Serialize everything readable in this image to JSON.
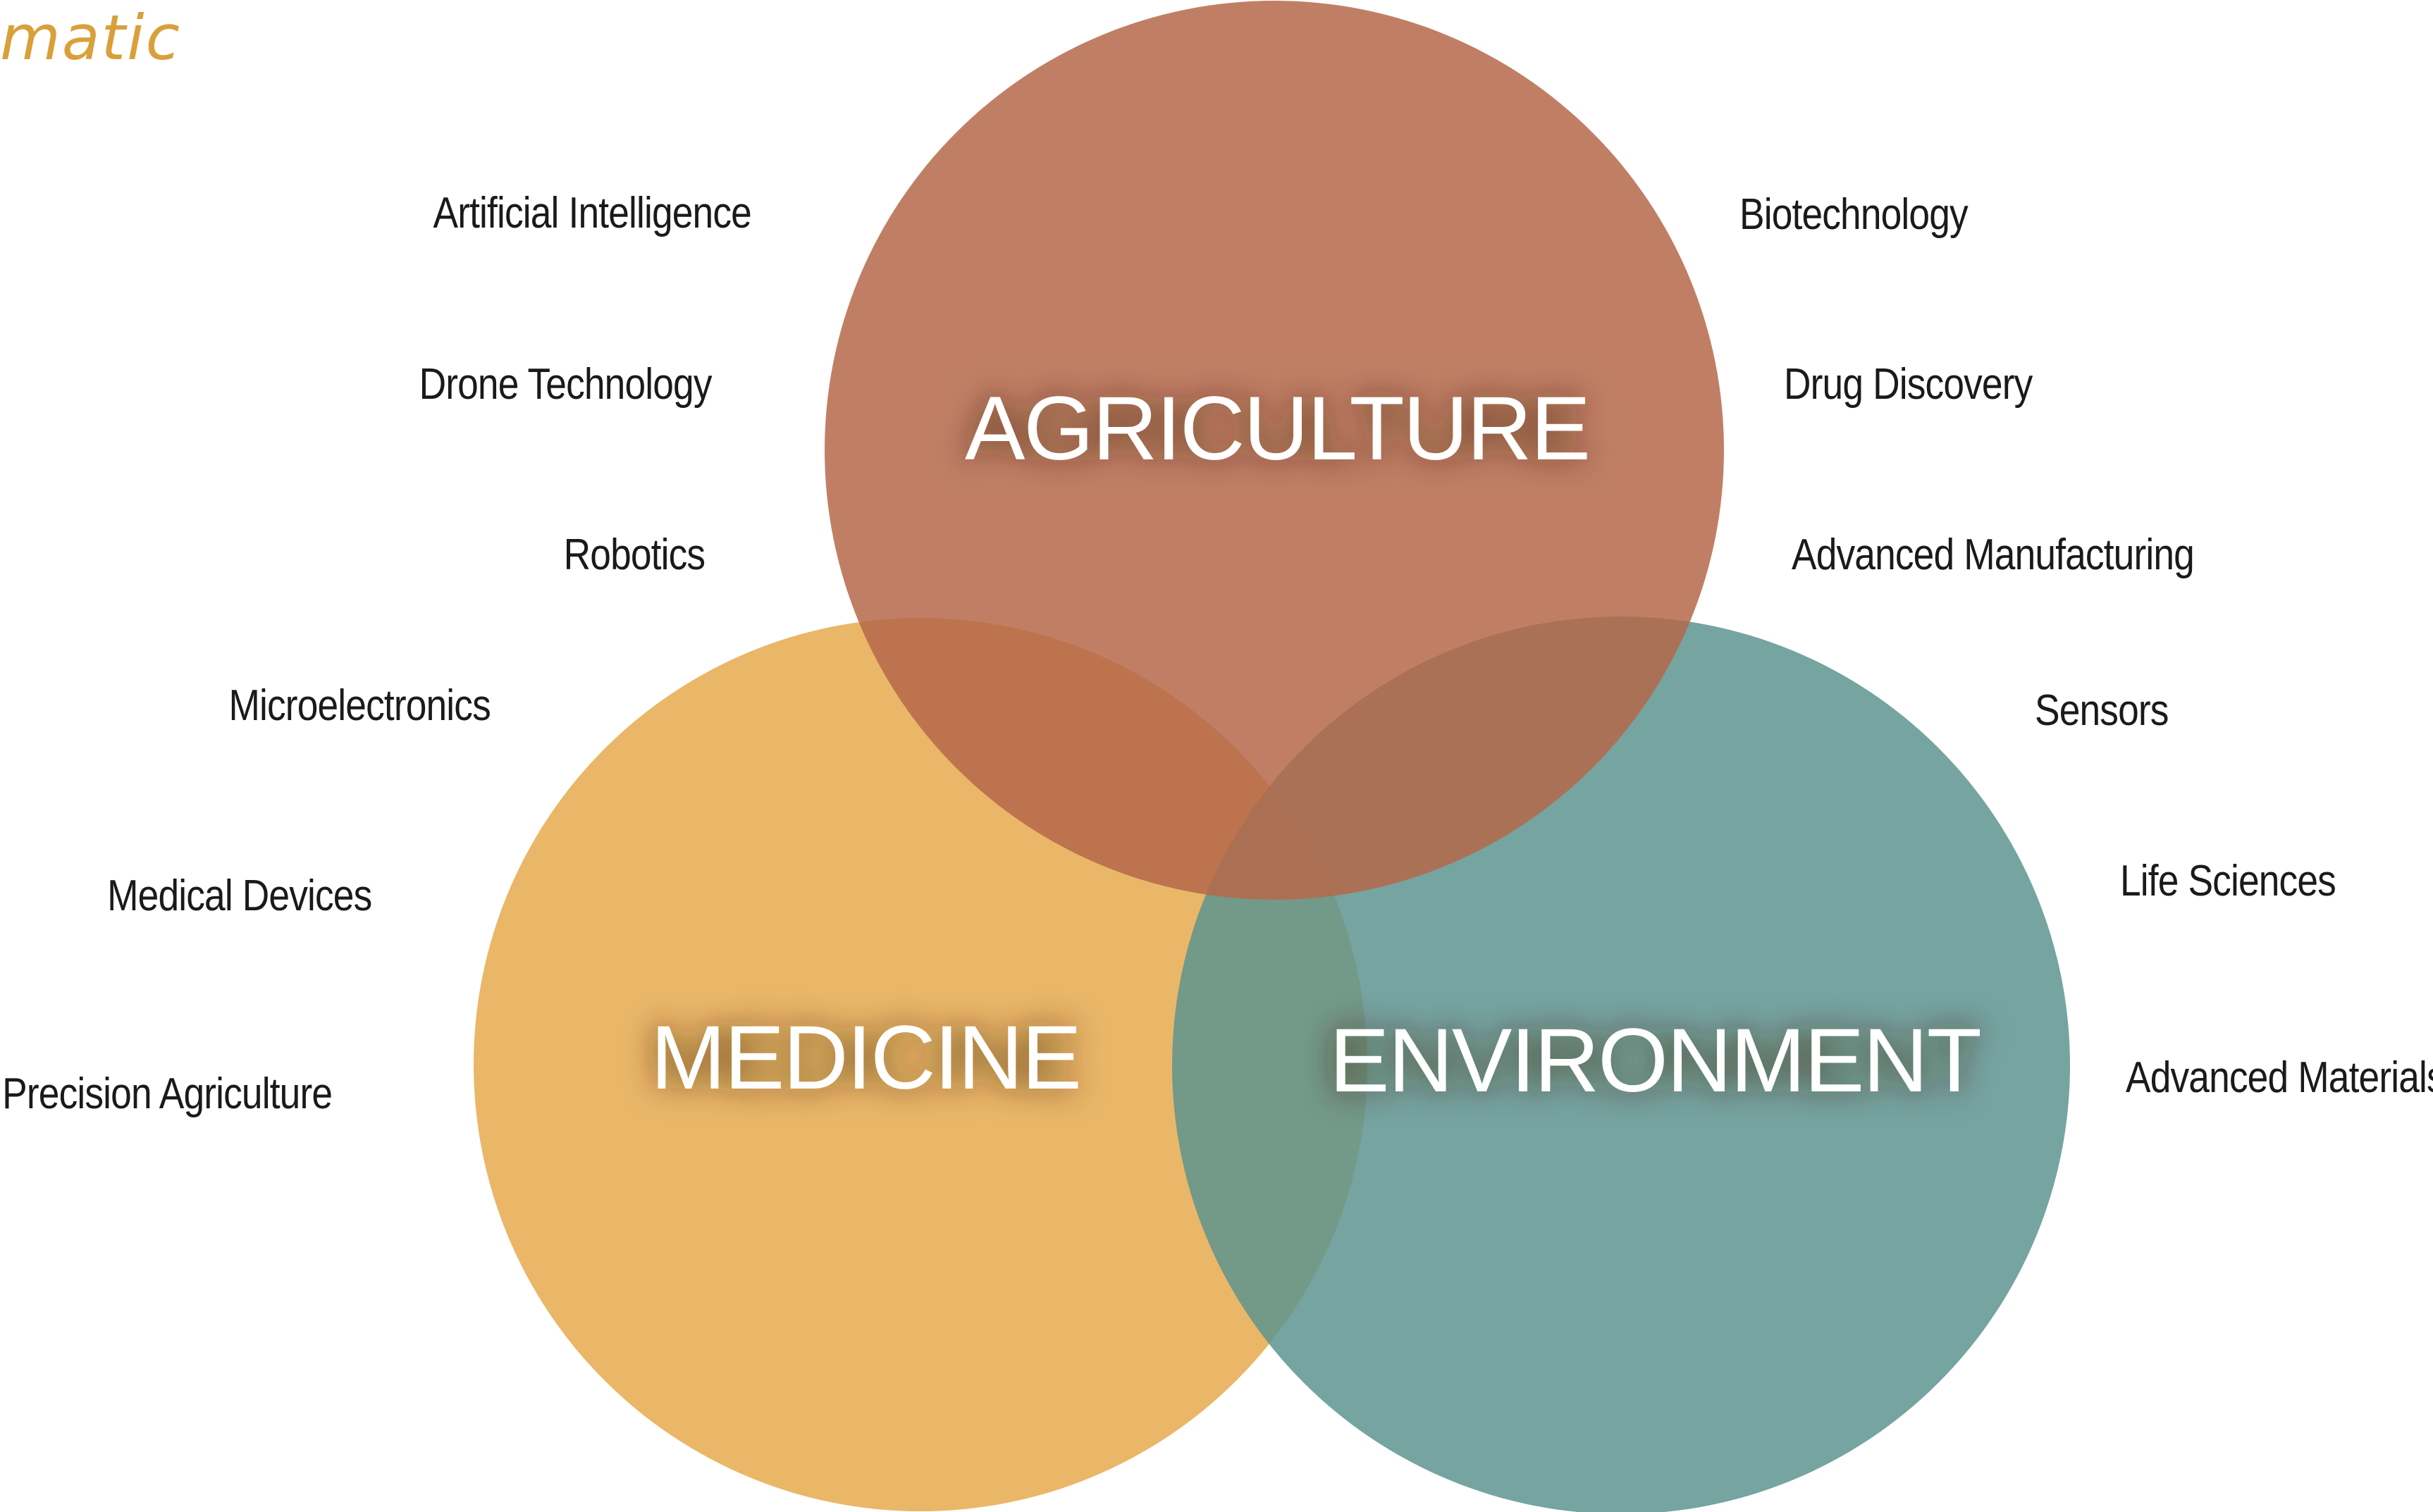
{
  "brand": {
    "text": "matic"
  },
  "colors": {
    "agriculture": "#B5694A",
    "medicine": "#E6AA4E",
    "environment": "#5E948F",
    "label_text": "#1a1a1a",
    "brand": "#d9a03a"
  },
  "circles": {
    "agriculture": "AGRICULTURE",
    "medicine": "MEDICINE",
    "environment": "ENVIRONMENT"
  },
  "left_labels": [
    "Artificial Intelligence",
    "Drone Technology",
    "Robotics",
    "Microelectronics",
    "Medical Devices",
    "Precision Agriculture"
  ],
  "right_labels": [
    "Biotechnology",
    "Drug Discovery",
    "Advanced Manufacturing",
    "Sensors",
    "Life Sciences",
    "Advanced Materials"
  ]
}
